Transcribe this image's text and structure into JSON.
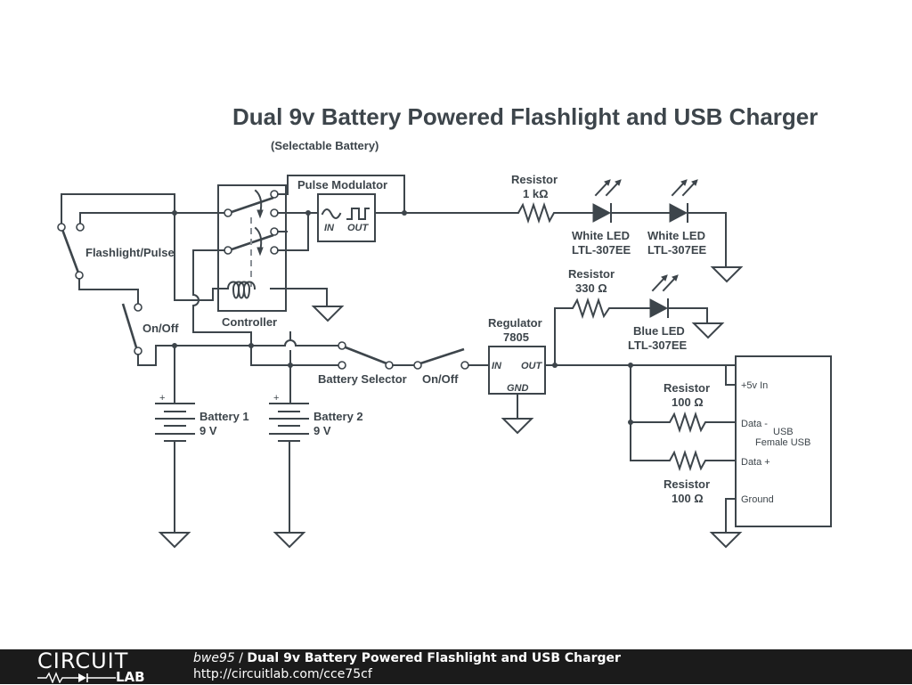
{
  "diagram": {
    "title": "Dual 9v Battery Powered Flashlight and USB Charger",
    "subtitle": "(Selectable Battery)",
    "labels": {
      "flashlight_pulse": "Flashlight/Pulse",
      "on_off_left": "On/Off",
      "controller": "Controller",
      "pulse_modulator": "Pulse Modulator",
      "pm_in": "IN",
      "pm_out": "OUT",
      "battery_selector": "Battery Selector",
      "on_off_right": "On/Off",
      "regulator_name": "Regulator",
      "regulator_value": "7805",
      "reg_in": "IN",
      "reg_out": "OUT",
      "reg_gnd": "GND",
      "r1_name": "Resistor",
      "r1_value": "1 kΩ",
      "r2_name": "Resistor",
      "r2_value": "330 Ω",
      "r3_name": "Resistor",
      "r3_value": "100 Ω",
      "r4_name": "Resistor",
      "r4_value": "100 Ω",
      "led1_name": "White LED",
      "led1_part": "LTL-307EE",
      "led2_name": "White LED",
      "led2_part": "LTL-307EE",
      "led3_name": "Blue LED",
      "led3_part": "LTL-307EE",
      "bat1_name": "Battery 1",
      "bat1_value": "9 V",
      "bat2_name": "Battery 2",
      "bat2_value": "9 V",
      "plus": "+",
      "usb_pin_5v": "+5v In",
      "usb_pin_dm": "Data -",
      "usb_pin_dp": "Data +",
      "usb_pin_gnd": "Ground",
      "usb_name": "USB",
      "usb_desc": "Female USB"
    }
  },
  "footer": {
    "logo_top": "CIRCUIT",
    "logo_bottom": "LAB",
    "user": "bwe95",
    "separator": " / ",
    "title": "Dual 9v Battery Powered Flashlight and USB Charger",
    "url": "http://circuitlab.com/cce75cf"
  }
}
